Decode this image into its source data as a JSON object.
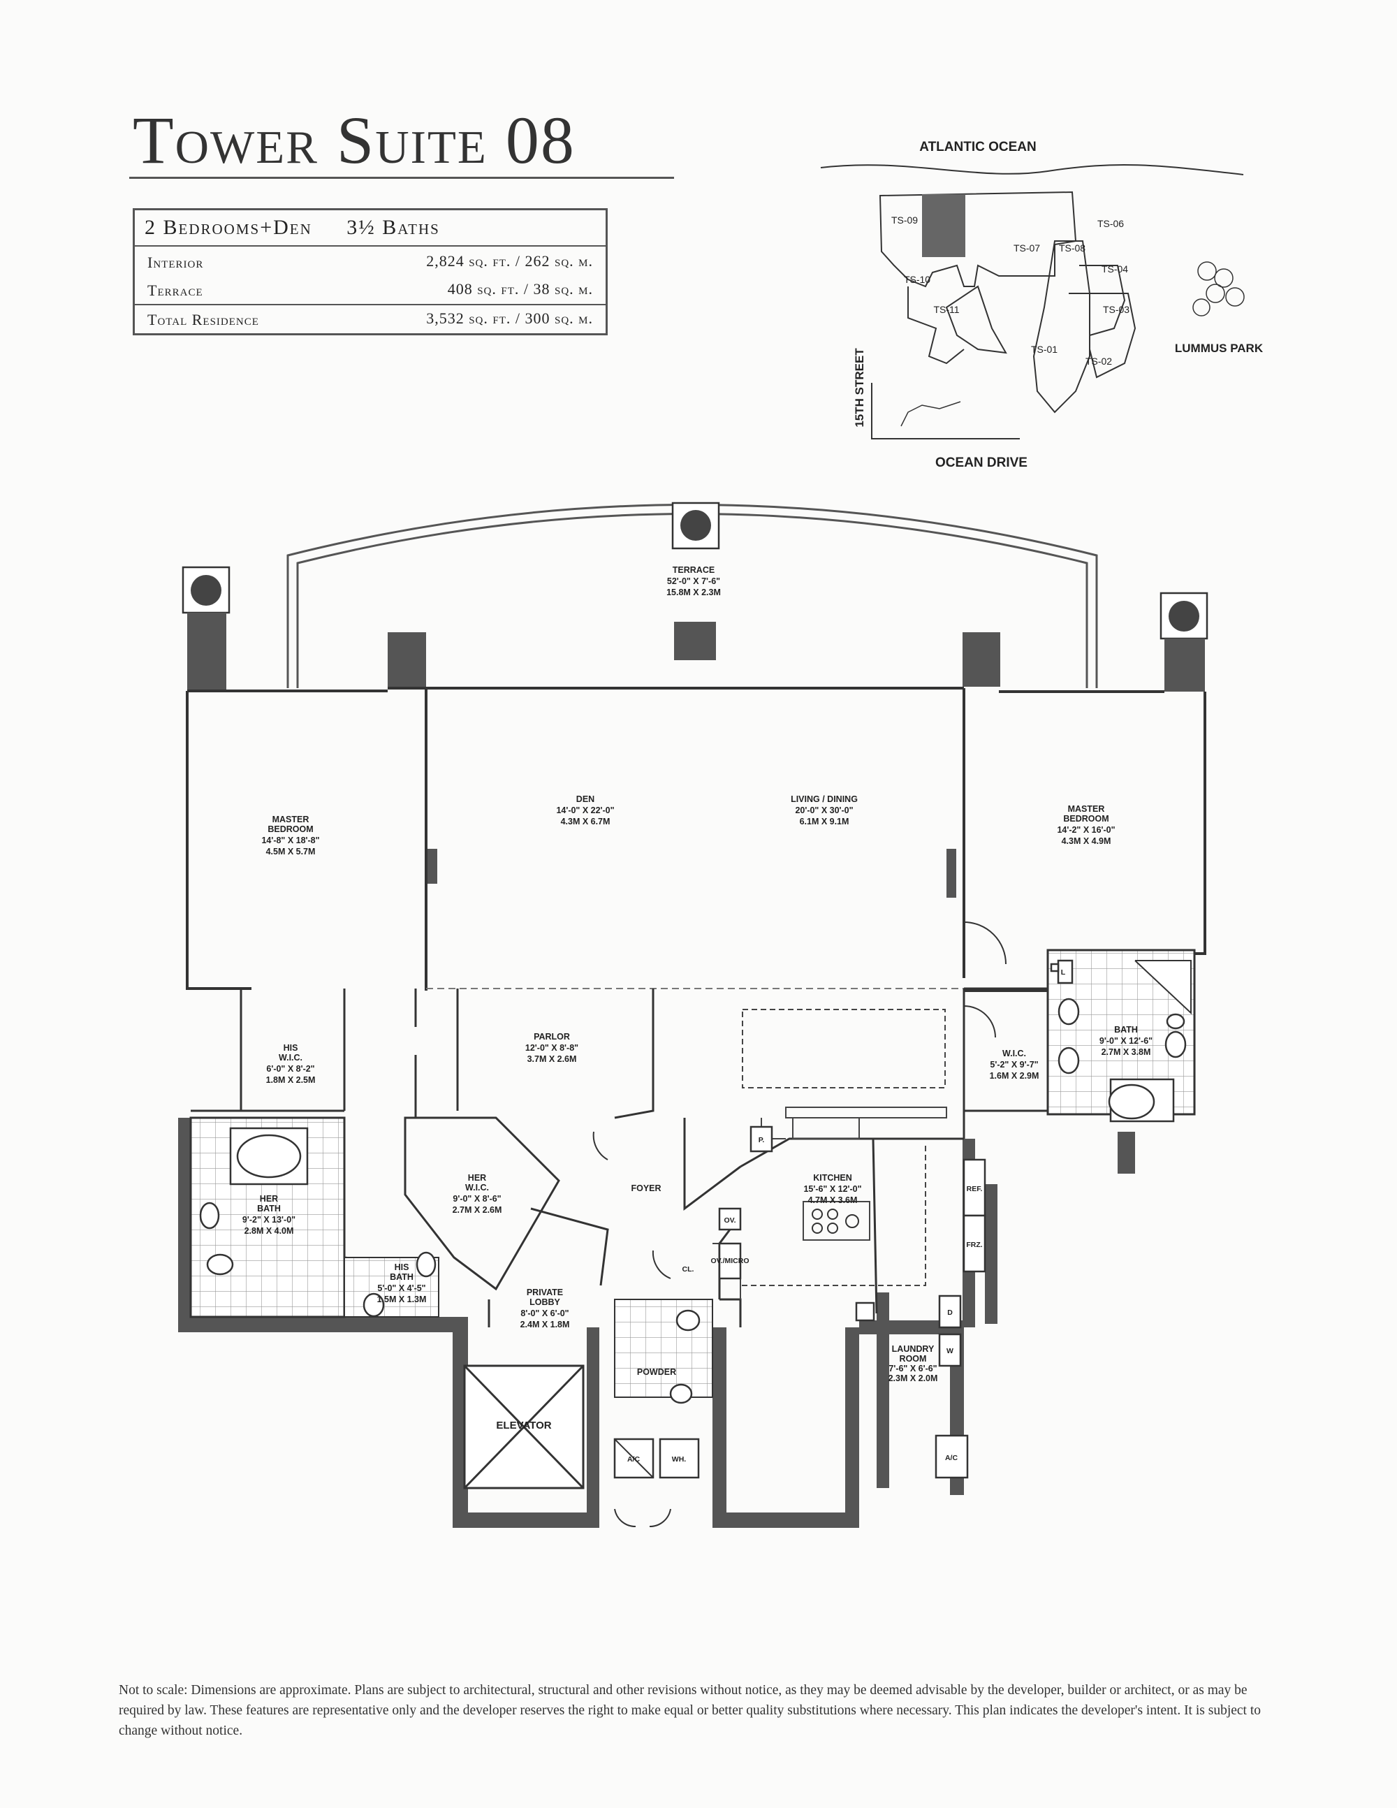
{
  "title": "Tower Suite 08",
  "summary": {
    "bedrooms": "2 Bedrooms+Den",
    "baths": "3½ Baths",
    "rows": [
      {
        "label": "Interior",
        "value": "2,824 sq. ft. / 262 sq. m."
      },
      {
        "label": "Terrace",
        "value": "408 sq. ft. / 38 sq. m."
      },
      {
        "label": "Total Residence",
        "value": "3,532 sq. ft. / 300 sq. m."
      }
    ]
  },
  "site_plan": {
    "north_label": "ATLANTIC OCEAN",
    "south_label": "OCEAN DRIVE",
    "west_label": "15TH STREET",
    "east_label": "LUMMUS PARK",
    "units": [
      "TS-09",
      "TS-06",
      "TS-07",
      "TS-08",
      "TS-10",
      "TS-04",
      "TS-11",
      "TS-03",
      "TS-01",
      "TS-02"
    ]
  },
  "rooms": {
    "terrace": {
      "name": "TERRACE",
      "dim_ft": "52'-0\" X 7'-6\"",
      "dim_m": "15.8M X 2.3M"
    },
    "master_bedroom_left": {
      "name1": "MASTER",
      "name2": "BEDROOM",
      "dim_ft": "14'-8\" X 18'-8\"",
      "dim_m": "4.5M X 5.7M"
    },
    "den": {
      "name": "DEN",
      "dim_ft": "14'-0\" X 22'-0\"",
      "dim_m": "4.3M X 6.7M"
    },
    "living_dining": {
      "name": "LIVING / DINING",
      "dim_ft": "20'-0\" X 30'-0\"",
      "dim_m": "6.1M X 9.1M"
    },
    "master_bedroom_right": {
      "name1": "MASTER",
      "name2": "BEDROOM",
      "dim_ft": "14'-2\" X 16'-0\"",
      "dim_m": "4.3M X 4.9M"
    },
    "his_wic": {
      "name1": "HIS",
      "name2": "W.I.C.",
      "dim_ft": "6'-0\" X 8'-2\"",
      "dim_m": "1.8M X 2.5M"
    },
    "parlor": {
      "name": "PARLOR",
      "dim_ft": "12'-0\" X 8'-8\"",
      "dim_m": "3.7M X 2.6M"
    },
    "wic_right": {
      "name": "W.I.C.",
      "dim_ft": "5'-2\" X 9'-7\"",
      "dim_m": "1.6M X 2.9M"
    },
    "bath_right": {
      "name": "BATH",
      "dim_ft": "9'-0\" X 12'-6\"",
      "dim_m": "2.7M X 3.8M"
    },
    "her_wic": {
      "name1": "HER",
      "name2": "W.I.C.",
      "dim_ft": "9'-0\" X 8'-6\"",
      "dim_m": "2.7M X 2.6M"
    },
    "her_bath": {
      "name1": "HER",
      "name2": "BATH",
      "dim_ft": "9'-2\" X 13'-0\"",
      "dim_m": "2.8M X 4.0M"
    },
    "his_bath": {
      "name1": "HIS",
      "name2": "BATH",
      "dim_ft": "5'-0\" X 4'-5\"",
      "dim_m": "1.5M X 1.3M"
    },
    "foyer": {
      "name": "FOYER"
    },
    "kitchen": {
      "name": "KITCHEN",
      "dim_ft": "15'-6\" X 12'-0\"",
      "dim_m": "4.7M X 3.6M"
    },
    "private_lobby": {
      "name1": "PRIVATE",
      "name2": "LOBBY",
      "dim_ft": "8'-0\" X 6'-0\"",
      "dim_m": "2.4M X 1.8M"
    },
    "powder": {
      "name": "POWDER"
    },
    "laundry": {
      "name1": "LAUNDRY",
      "name2": "ROOM",
      "dim_ft": "7'-6\" X 6'-6\"",
      "dim_m": "2.3M X 2.0M"
    },
    "elevator": {
      "name": "ELEVATOR"
    }
  },
  "fixtures": {
    "pantry": "P.",
    "oven": "OV.",
    "oven_micro": "OV./MICRO",
    "closet": "CL.",
    "refrigerator": "REF.",
    "freezer": "FRZ.",
    "ac": "A/C",
    "water_heater": "WH.",
    "linen": "L",
    "dryer": "D",
    "washer": "W"
  },
  "disclaimer": "Not to scale: Dimensions are approximate. Plans are subject to architectural, structural and other revisions without notice, as they may be deemed advisable by the developer, builder or architect, or as may be required by law. These features are representative only and the developer reserves the right to make equal or better quality substitutions where necessary. This plan indicates the developer's intent. It is subject to change without notice."
}
